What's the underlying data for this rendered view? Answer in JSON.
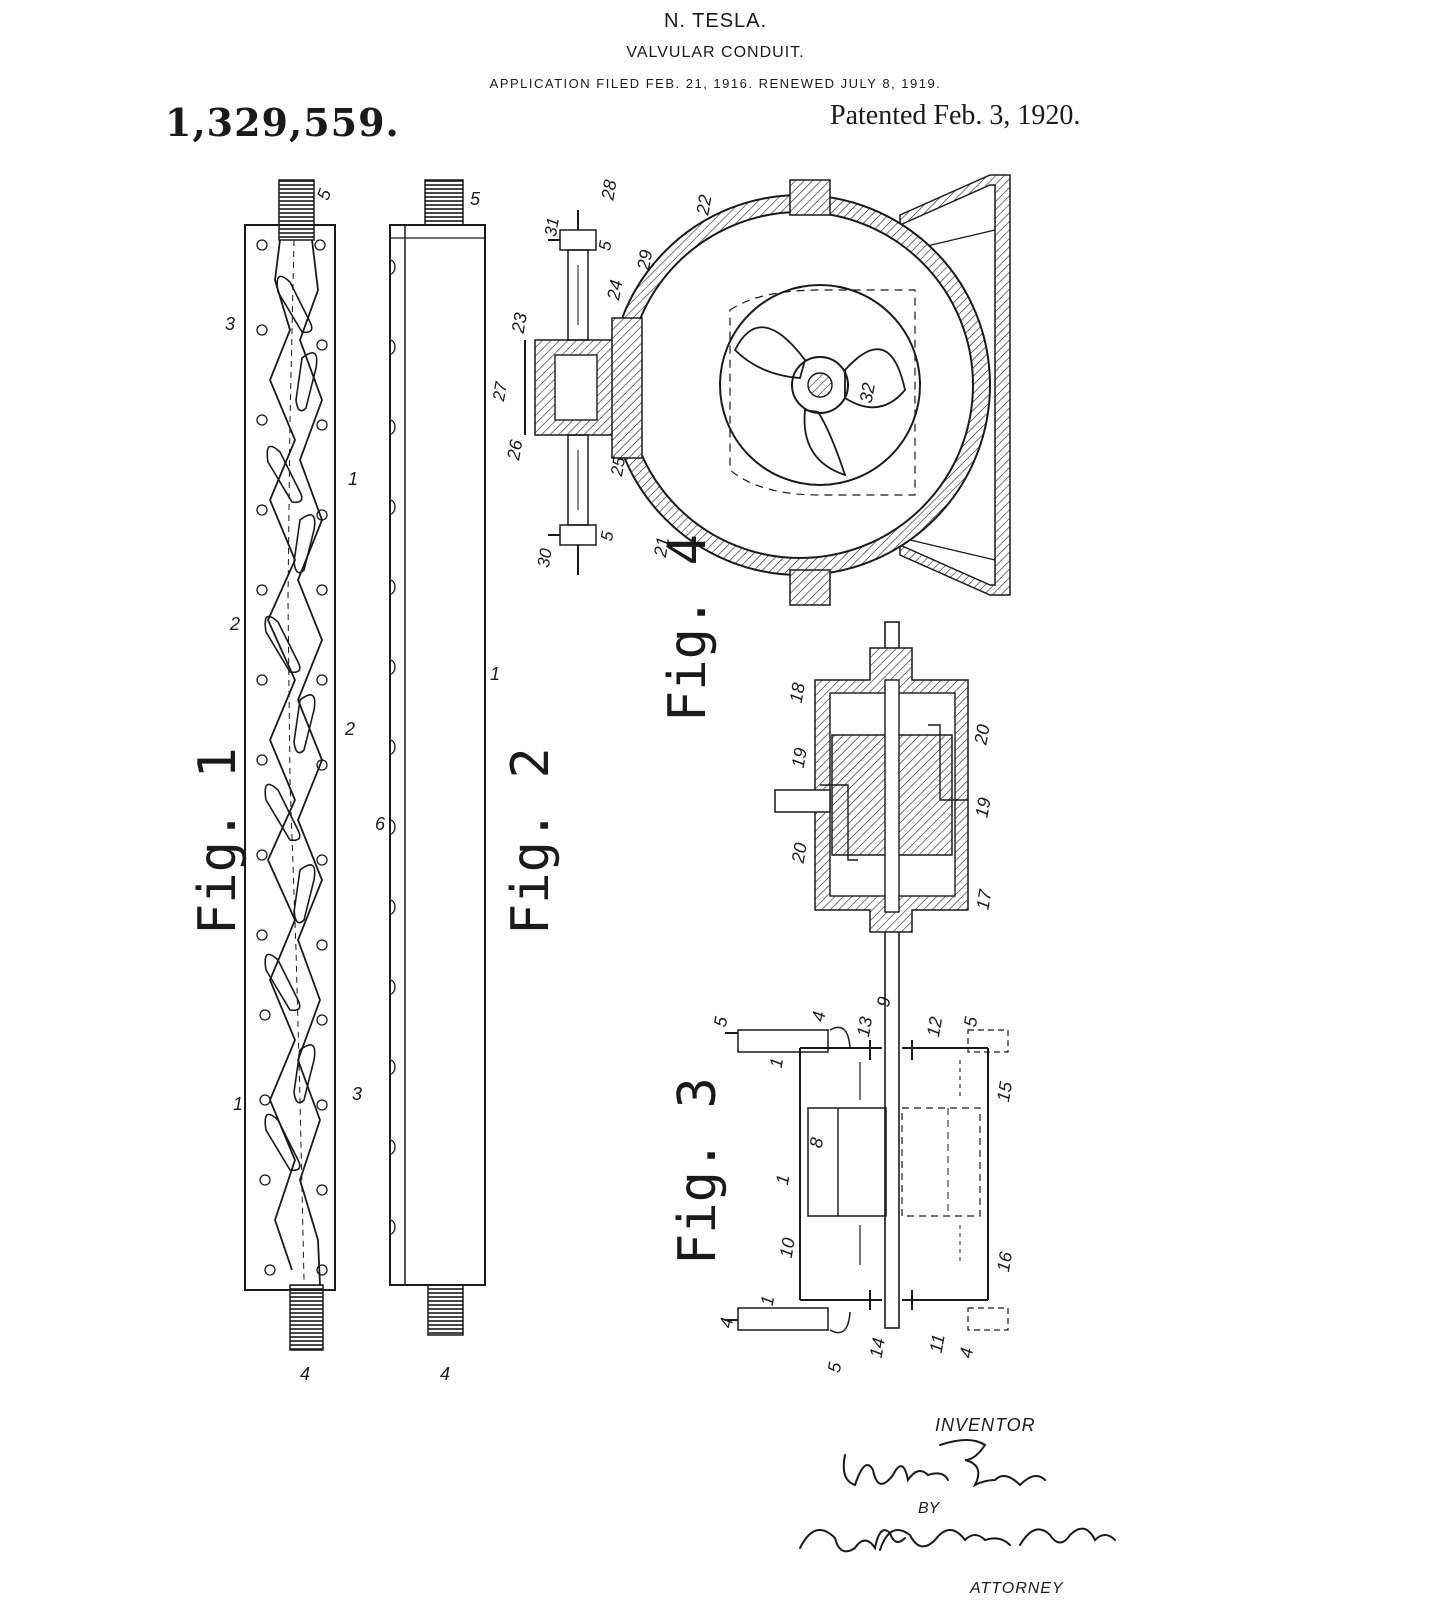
{
  "header": {
    "inventor": "N. TESLA.",
    "title": "VALVULAR CONDUIT.",
    "application": "APPLICATION FILED FEB. 21, 1916. RENEWED JULY 8, 1919.",
    "patent_number": "1,329,559.",
    "patented_date": "Patented Feb. 3, 1920."
  },
  "figures": {
    "fig1": "Fig. 1",
    "fig2": "Fig. 2",
    "fig3": "Fig. 3",
    "fig4": "Fig. 4"
  },
  "reference_numerals": {
    "n1": "1",
    "n2": "2",
    "n3": "3",
    "n4": "4",
    "n5": "5",
    "n6": "6",
    "n8": "8",
    "n9": "9",
    "n10": "10",
    "n11": "11",
    "n12": "12",
    "n13": "13",
    "n14": "14",
    "n15": "15",
    "n16": "16",
    "n17": "17",
    "n18": "18",
    "n19": "19",
    "n20": "20",
    "n21": "21",
    "n22": "22",
    "n23": "23",
    "n24": "24",
    "n25": "25",
    "n26": "26",
    "n27": "27",
    "n28": "28",
    "n29": "29",
    "n30": "30",
    "n31": "31",
    "n32": "32"
  },
  "signature_block": {
    "inventor_heading": "INVENTOR",
    "inventor_signature": "Nikola Tesla",
    "by": "BY",
    "attorney_signature": "Kerr, Page, Cooper & Hayward",
    "attorney_heading": "ATTORNEY"
  }
}
